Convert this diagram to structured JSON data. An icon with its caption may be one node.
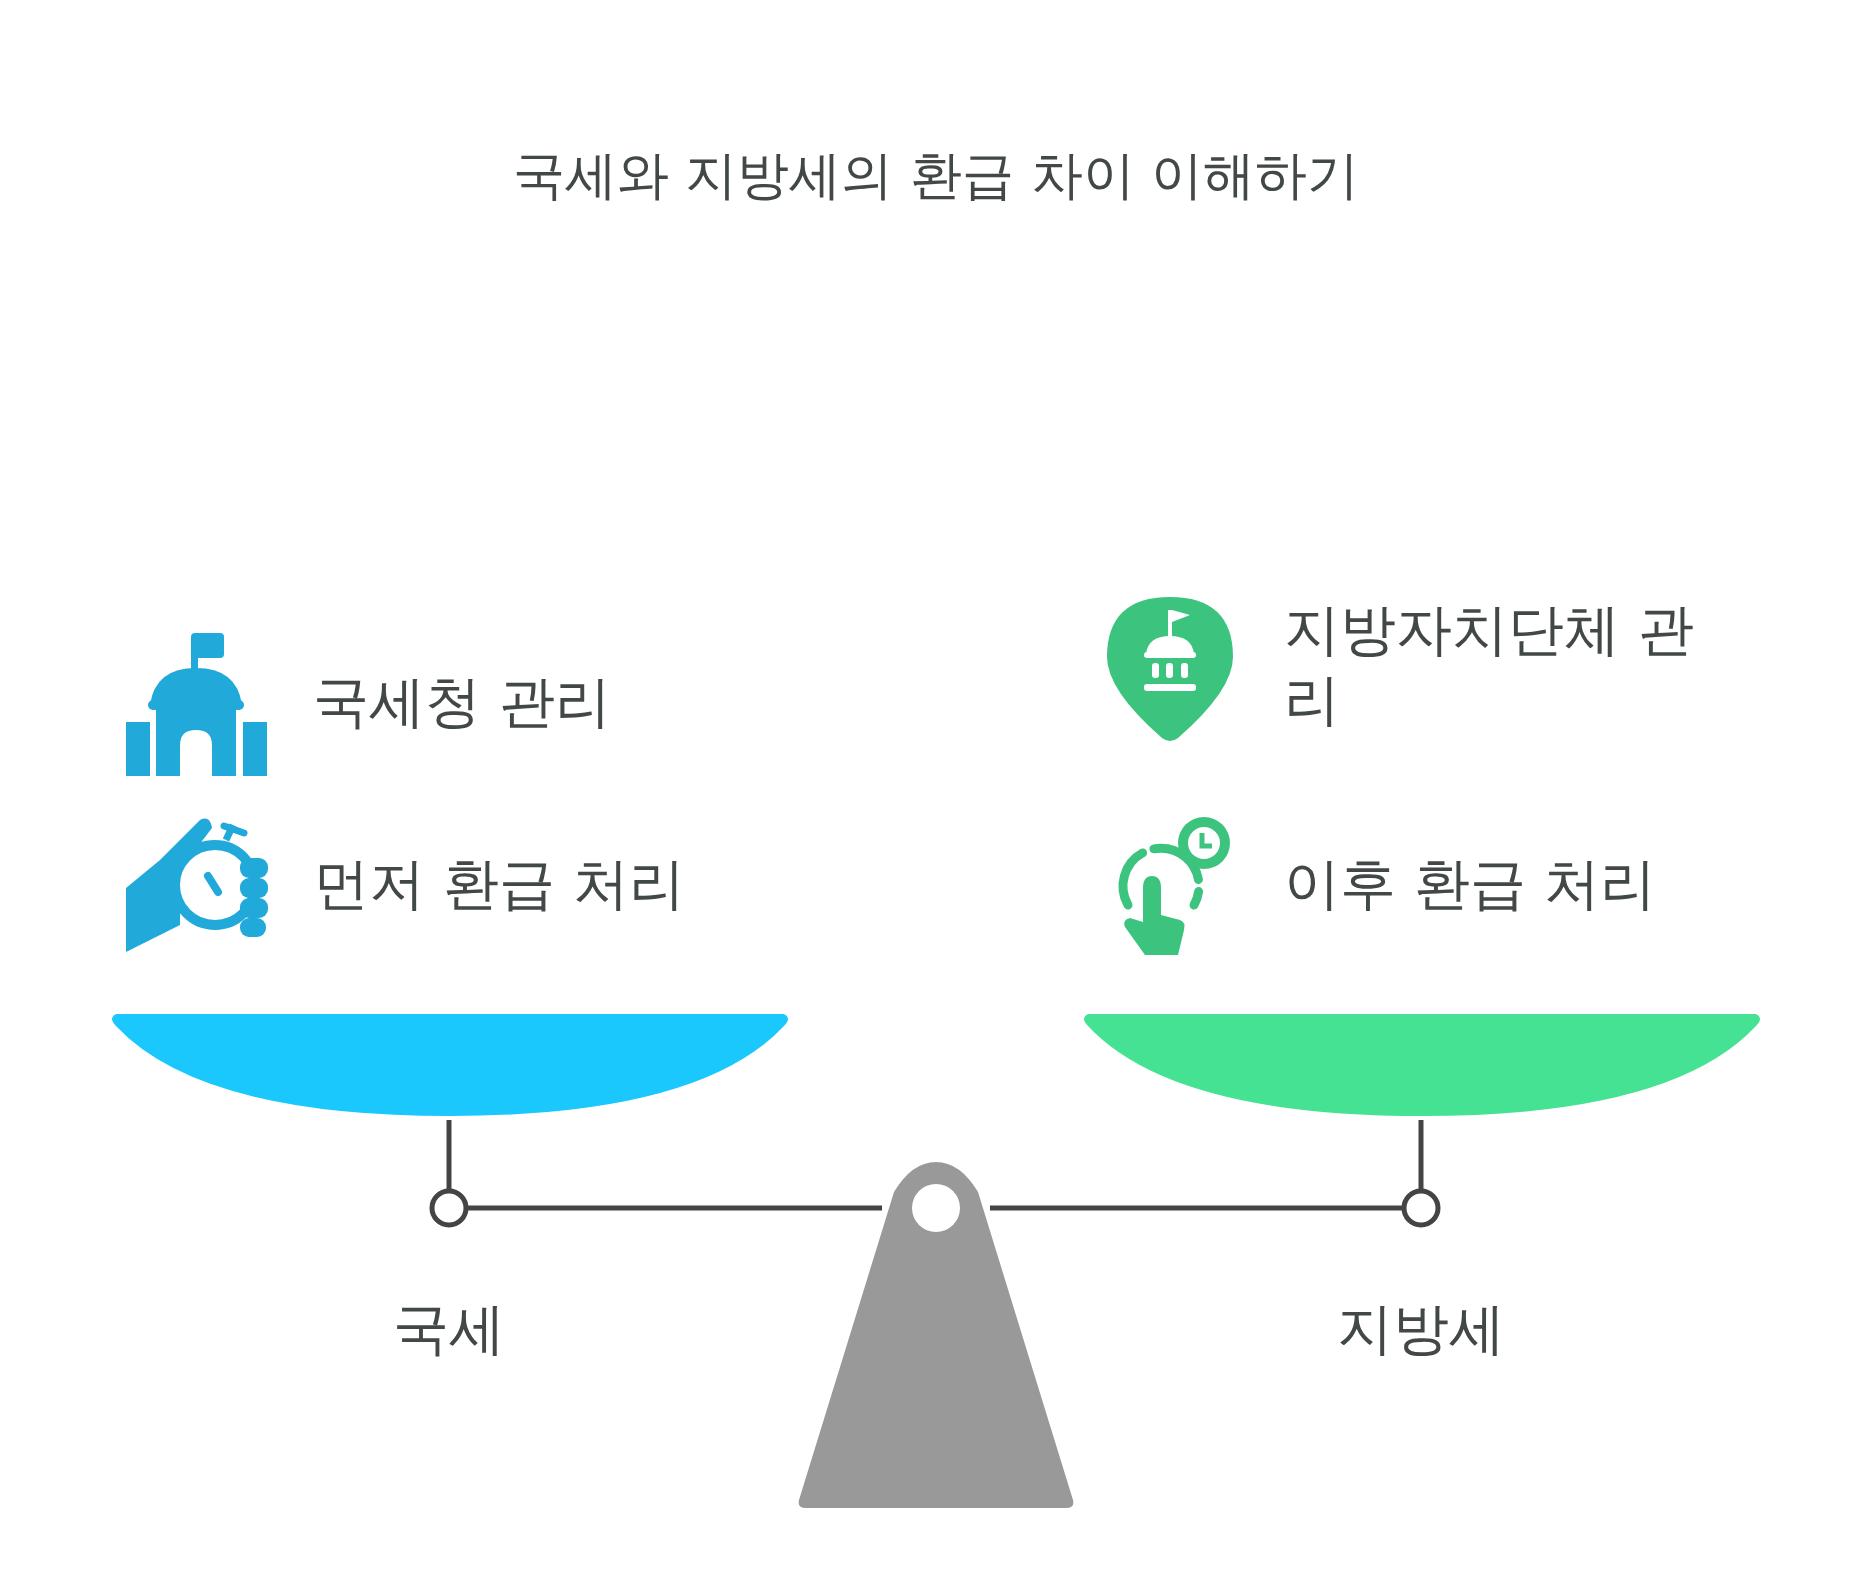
{
  "diagram": {
    "title": "국세와 지방세의 환급 차이 이해하기",
    "labels": [
      "국세청 관리",
      "먼저 환급 처리",
      "지방자치단체 관리",
      "이후 환급 처리",
      "국세",
      "지방세"
    ]
  }
}
